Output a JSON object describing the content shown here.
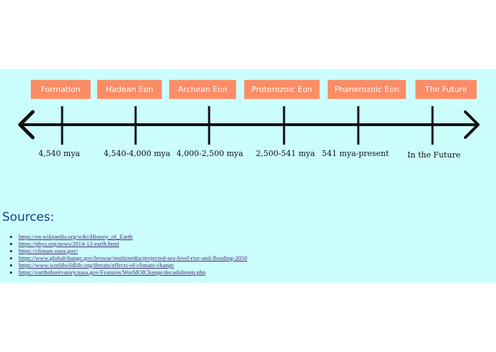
{
  "timeline": {
    "eras": [
      {
        "button_label": "Formation",
        "time_label": "4,540 mya"
      },
      {
        "button_label": "Hadean Eon",
        "time_label": "4,540-4,000 mya"
      },
      {
        "button_label": "Archean Eon",
        "time_label": "4,000-2,500 mya"
      },
      {
        "button_label": "Proterozoic Eon",
        "time_label": "2,500-541 mya"
      },
      {
        "button_label": "Phanerozoic Eon",
        "time_label": "541 mya-present"
      },
      {
        "button_label": "The Future",
        "time_label": "In the Future"
      }
    ]
  },
  "sources": {
    "title": "Sources:",
    "links": [
      "https://en.wikipedia.org/wiki/History_of_Earth",
      "https://phys.org/news/2014-12-earth.html",
      "https://climate.nasa.gov/",
      "https://www.globalchange.gov/browse/multimedia/projected-sea-level-rise-and-flooding-2050",
      "https://www.worldwildlife.org/threats/effects-of-climate-change",
      "https://earthobservatory.nasa.gov/Features/WorldOfChange/decadaltemp.php"
    ]
  },
  "colors": {
    "panel_bg": "#ccfdfd",
    "button_bg": "#fb8c66",
    "title_color": "#1a3d8a",
    "link_color": "#4a2a7a"
  }
}
